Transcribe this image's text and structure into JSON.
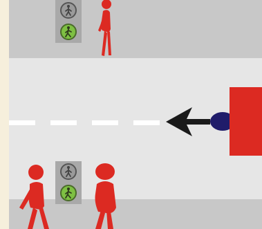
{
  "scene": {
    "colors": {
      "pedestrian": "#dc2a22",
      "signal_walk_lit": "#7ec043",
      "signal_walk_off": "#9a9a9a",
      "signal_housing": "#a9a9a9",
      "car_body": "#dc2a22",
      "car_nose": "#1f1c6a",
      "arrow": "#1a1a1a",
      "lane_marking": "#ffffff",
      "sidewalk": "#c8c8c8",
      "road": "#e6e6e6"
    },
    "icons": {
      "signal_top": "pedestrian-signal-icon",
      "signal_bottom": "pedestrian-signal-icon",
      "walker": "walking-person-icon"
    },
    "signals": [
      {
        "state": "walk"
      },
      {
        "state": "walk"
      }
    ],
    "car_direction": "left"
  }
}
